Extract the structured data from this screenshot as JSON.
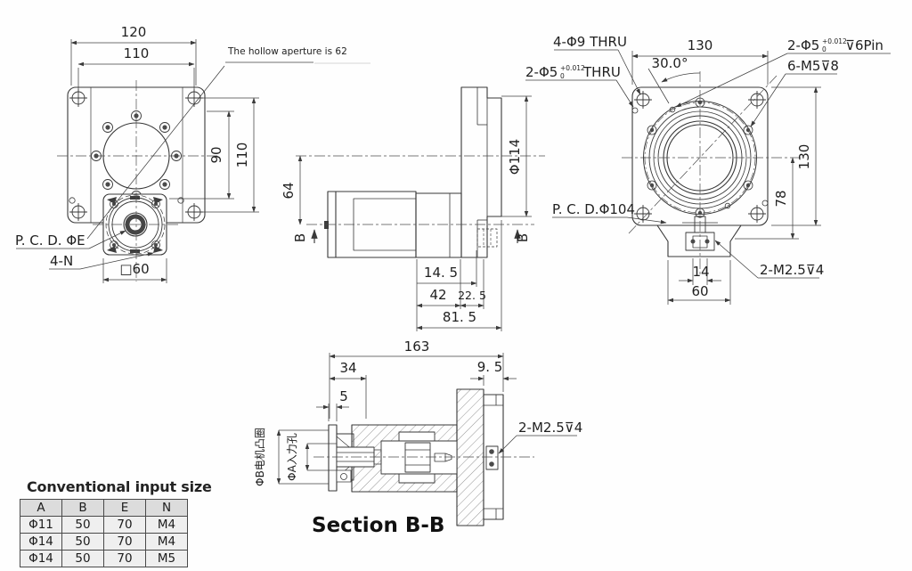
{
  "front_view": {
    "dim_width_outer": "120",
    "dim_width_inner": "110",
    "note_hollow_aperture": "The hollow aperture is 62",
    "dim_height_inner": "90",
    "dim_height_outer": "110",
    "label_pcd_e": "P. C. D. ΦE",
    "label_4n": "4-N",
    "dim_square": "□60"
  },
  "side_view": {
    "dim_axis_offset": "64",
    "dim_flange_dia": "Φ114",
    "section_marker": "B",
    "dim_boss_depth": "14. 5",
    "dim_gearbox": "42",
    "dim_plate": "22. 5",
    "dim_total": "81. 5"
  },
  "back_view": {
    "label_4_phi9_thru": "4-Φ9 THRU",
    "label_2_phi5_prefix": "2-Φ5",
    "tolerance_sup": "+0.012",
    "tolerance_sub": "0",
    "label_2_phi5_suffix": "THRU",
    "dim_width": "130",
    "angle": "30.0°",
    "label_pin_prefix": "2-Φ5",
    "pin_tolerance_sup": "+0.012",
    "pin_tolerance_sub": "0",
    "label_pin_suffix": "⊽6Pin",
    "label_6_m5": "6-M5⊽8",
    "dim_height": "130",
    "dim_78": "78",
    "label_pcd_104": "P. C. D.Φ104",
    "label_2_m25": "2-M2.5⊽4",
    "dim_14": "14",
    "dim_60": "60"
  },
  "section_view": {
    "dim_163": "163",
    "dim_34": "34",
    "dim_9_5": "9. 5",
    "dim_5": "5",
    "label_motor_boss": "ΦB电机凸圈",
    "label_input_hole": "ΦA入力孔",
    "label_2_m25": "2-M2.5⊽4",
    "caption": "Section B-B"
  },
  "spec_table": {
    "title": "Conventional input size",
    "headers": [
      "A",
      "B",
      "E",
      "N"
    ],
    "rows": [
      [
        "Φ11",
        "50",
        "70",
        "M4"
      ],
      [
        "Φ14",
        "50",
        "70",
        "M4"
      ],
      [
        "Φ14",
        "50",
        "70",
        "M5"
      ]
    ]
  },
  "colors": {
    "accent_bullet": "#c6873e",
    "line": "#383838"
  }
}
